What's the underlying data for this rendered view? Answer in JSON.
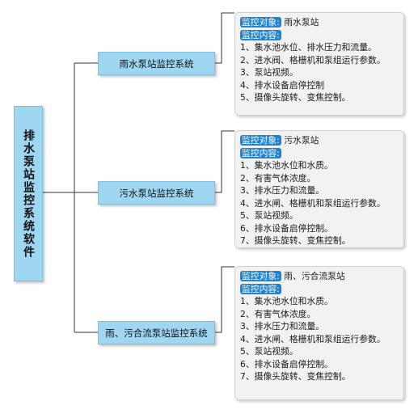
{
  "root": {
    "label": "排水泵站监控系统软件"
  },
  "systems": [
    {
      "name": "雨水泵站监控系统",
      "object_label": "监控对象:",
      "object_value": "雨水泵站",
      "content_label": "监控内容:",
      "items": [
        "1、集水池水位、排水压力和流量。",
        "2、进水阀、格栅机和泵组运行参数。",
        "3、泵站视频。",
        "4、排水设备启停控制",
        "5、摄像头旋转、变焦控制。"
      ]
    },
    {
      "name": "污水泵站监控系统",
      "object_label": "监控对象:",
      "object_value": "污水泵站",
      "content_label": "监控内容:",
      "items": [
        "1、集水池水位和水质。",
        "2、有害气体浓度。",
        "3、排水压力和流量。",
        "4、进水闸、格栅机和泵组运行参数。",
        "5、泵站视频。",
        "6、排水设备启停控制。",
        "7、摄像头旋转、变焦控制。"
      ]
    },
    {
      "name": "雨、污合流泵站监控系统",
      "object_label": "监控对象:",
      "object_value": "雨、污合流泵站",
      "content_label": "监控内容:",
      "items": [
        "1、集水池水位和水质。",
        "2、有害气体浓度。",
        "3、排水压力和流量。",
        "4、进水闸、格栅机和泵组运行参数。",
        "5、泵站视频。",
        "6、排水设备启停控制。",
        "7、摄像头旋转、变焦控制。"
      ]
    }
  ],
  "colors": {
    "box_fill": "#9fd7f2",
    "tag_fill": "#1e83d3",
    "card_fill": "#f2f2f2",
    "line": "#333333"
  }
}
